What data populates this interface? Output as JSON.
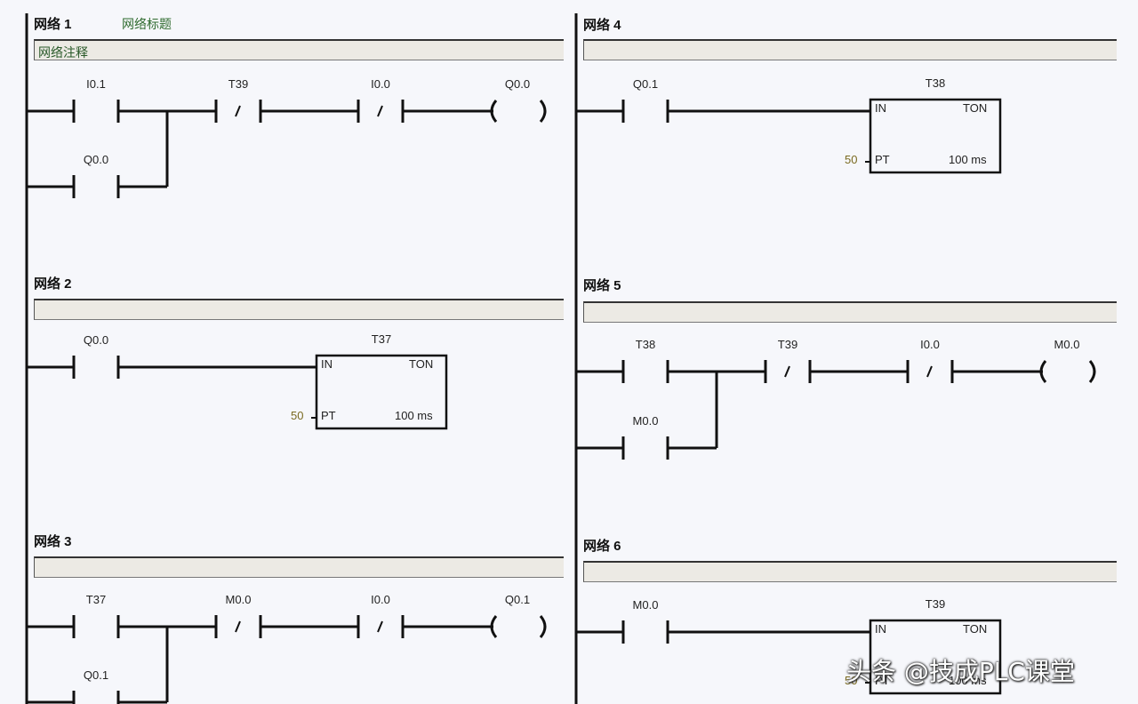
{
  "watermark": "头条 @技成PLC课堂",
  "colors": {
    "wire": "#111111",
    "comment_bar": "#eceae4",
    "title_green": "#2f6b2f",
    "pt_value": "#7a6a20"
  },
  "networks": [
    {
      "id": 1,
      "title": "网络 1",
      "subtitle": "网络标题",
      "comment": "网络注释",
      "rung": [
        {
          "type": "NO",
          "label": "I0.1"
        },
        {
          "type": "NC",
          "label": "T39"
        },
        {
          "type": "NC",
          "label": "I0.0"
        },
        {
          "type": "COIL",
          "label": "Q0.0"
        }
      ],
      "branch": {
        "type": "NO",
        "label": "Q0.0"
      }
    },
    {
      "id": 2,
      "title": "网络 2",
      "subtitle": "",
      "comment": "",
      "rung": [
        {
          "type": "NO",
          "label": "Q0.0"
        }
      ],
      "timer": {
        "name": "T37",
        "type": "TON",
        "in": "IN",
        "pt": "PT",
        "pt_value": "50",
        "base": "100 ms"
      }
    },
    {
      "id": 3,
      "title": "网络 3",
      "subtitle": "",
      "comment": "",
      "rung": [
        {
          "type": "NO",
          "label": "T37"
        },
        {
          "type": "NC",
          "label": "M0.0"
        },
        {
          "type": "NC",
          "label": "I0.0"
        },
        {
          "type": "COIL",
          "label": "Q0.1"
        }
      ],
      "branch": {
        "type": "NO",
        "label": "Q0.1"
      }
    },
    {
      "id": 4,
      "title": "网络 4",
      "subtitle": "",
      "comment": "",
      "rung": [
        {
          "type": "NO",
          "label": "Q0.1"
        }
      ],
      "timer": {
        "name": "T38",
        "type": "TON",
        "in": "IN",
        "pt": "PT",
        "pt_value": "50",
        "base": "100 ms"
      }
    },
    {
      "id": 5,
      "title": "网络 5",
      "subtitle": "",
      "comment": "",
      "rung": [
        {
          "type": "NO",
          "label": "T38"
        },
        {
          "type": "NC",
          "label": "T39"
        },
        {
          "type": "NC",
          "label": "I0.0"
        },
        {
          "type": "COIL",
          "label": "M0.0"
        }
      ],
      "branch": {
        "type": "NO",
        "label": "M0.0"
      }
    },
    {
      "id": 6,
      "title": "网络 6",
      "subtitle": "",
      "comment": "",
      "rung": [
        {
          "type": "NO",
          "label": "M0.0"
        }
      ],
      "timer": {
        "name": "T39",
        "type": "TON",
        "in": "IN",
        "pt": "PT",
        "pt_value": "50",
        "base": "100 ms"
      }
    }
  ]
}
